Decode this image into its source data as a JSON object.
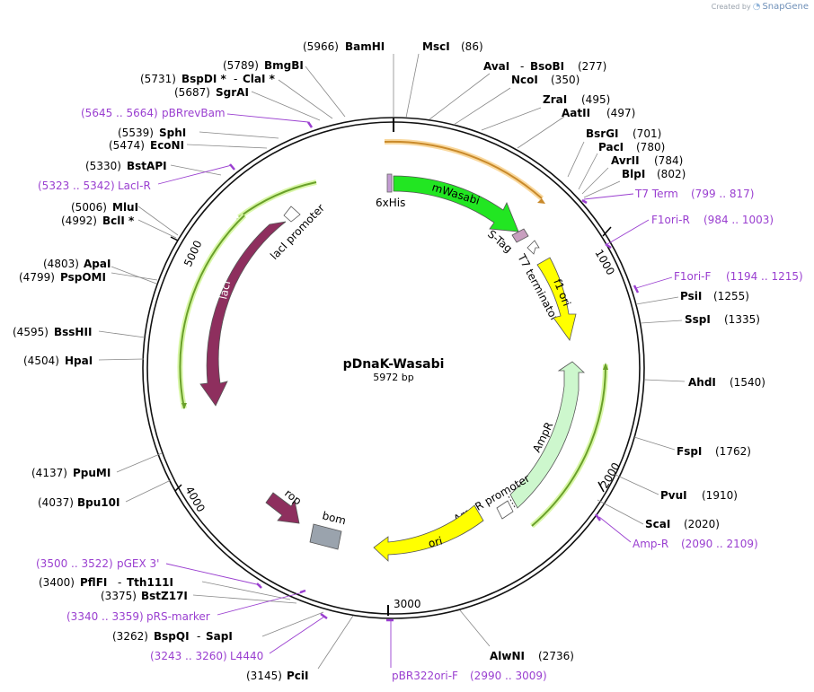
{
  "plasmid": {
    "name": "pDnaK-Wasabi",
    "length_label": "5972 bp"
  },
  "brand": {
    "prefix": "Created by",
    "name": "SnapGene"
  },
  "ticks": [
    "1000",
    "2000",
    "3000",
    "4000",
    "5000"
  ],
  "sites": [
    {
      "name": "BamHI",
      "pos": "(5966)"
    },
    {
      "name": "MscI",
      "pos": "(86)"
    },
    {
      "name": "AvaI",
      "name2": "BsoBI",
      "pos": "(277)"
    },
    {
      "name": "NcoI",
      "pos": "(350)"
    },
    {
      "name": "ZraI",
      "pos": "(495)"
    },
    {
      "name": "AatII",
      "pos": "(497)"
    },
    {
      "name": "BsrGI",
      "pos": "(701)"
    },
    {
      "name": "PacI",
      "pos": "(780)"
    },
    {
      "name": "AvrII",
      "pos": "(784)"
    },
    {
      "name": "BlpI",
      "pos": "(802)"
    },
    {
      "name": "PsiI",
      "pos": "(1255)"
    },
    {
      "name": "SspI",
      "pos": "(1335)"
    },
    {
      "name": "AhdI",
      "pos": "(1540)"
    },
    {
      "name": "FspI",
      "pos": "(1762)"
    },
    {
      "name": "PvuI",
      "pos": "(1910)"
    },
    {
      "name": "ScaI",
      "pos": "(2020)"
    },
    {
      "name": "AlwNI",
      "pos": "(2736)"
    },
    {
      "name": "PciI",
      "pos": "(3145)"
    },
    {
      "name": "BspQI",
      "name2": "SapI",
      "pos": "(3262)"
    },
    {
      "name": "BstZ17I",
      "pos": "(3375)"
    },
    {
      "name": "PflFI",
      "name2": "Tth111I",
      "pos": "(3400)"
    },
    {
      "name": "Bpu10I",
      "pos": "(4037)"
    },
    {
      "name": "PpuMI",
      "pos": "(4137)"
    },
    {
      "name": "HpaI",
      "pos": "(4504)"
    },
    {
      "name": "BssHII",
      "pos": "(4595)"
    },
    {
      "name": "PspOMI",
      "pos": "(4799)"
    },
    {
      "name": "ApaI",
      "pos": "(4803)"
    },
    {
      "name": "BclI *",
      "pos": "(4992)"
    },
    {
      "name": "MluI",
      "pos": "(5006)"
    },
    {
      "name": "BstAPI",
      "pos": "(5330)"
    },
    {
      "name": "EcoNI",
      "pos": "(5474)"
    },
    {
      "name": "SphI",
      "pos": "(5539)"
    },
    {
      "name": "SgrAI",
      "pos": "(5687)"
    },
    {
      "name": "BspDI *",
      "name2": "ClaI *",
      "pos": "(5731)"
    },
    {
      "name": "BmgBI",
      "pos": "(5789)"
    }
  ],
  "primers": [
    {
      "name": "T7 Term",
      "range": "(799 .. 817)"
    },
    {
      "name": "F1ori-R",
      "range": "(984 .. 1003)"
    },
    {
      "name": "F1ori-F",
      "range": "(1194 .. 1215)"
    },
    {
      "name": "Amp-R",
      "range": "(2090 .. 2109)"
    },
    {
      "name": "pBR322ori-F",
      "range": "(2990 .. 3009)"
    },
    {
      "name": "L4440",
      "range": "(3243 .. 3260)"
    },
    {
      "name": "pRS-marker",
      "range": "(3340 .. 3359)"
    },
    {
      "name": "pGEX 3'",
      "range": "(3500 .. 3522)"
    },
    {
      "name": "LacI-R",
      "range": "(5323 .. 5342)"
    },
    {
      "name": "pBRrevBam",
      "range": "(5645 .. 5664)"
    }
  ],
  "features": {
    "his": "6xHis",
    "mwasabi": "mWasabi",
    "stag": "S-Tag",
    "t7term": "T7 terminator",
    "f1ori": "f1 ori",
    "ampr": "AmpR",
    "ampr_promoter": "AmpR promoter",
    "ori": "ori",
    "bom": "bom",
    "rop": "rop",
    "laci": "lacI",
    "laci_promoter": "lacI promoter"
  },
  "colors": {
    "accent_primer": "#9a3fd0",
    "mwasabi": "#22e622",
    "laci": "#8e2f5e",
    "f1ori": "#ffff00",
    "ori": "#ffff00",
    "ampr": "#cdf7cd",
    "bom": "#9aa3ad",
    "stag": "#c89fbf",
    "his": "#c39bd3",
    "orf_orange": "#c98a2b",
    "orf_green": "#6aa02a"
  }
}
